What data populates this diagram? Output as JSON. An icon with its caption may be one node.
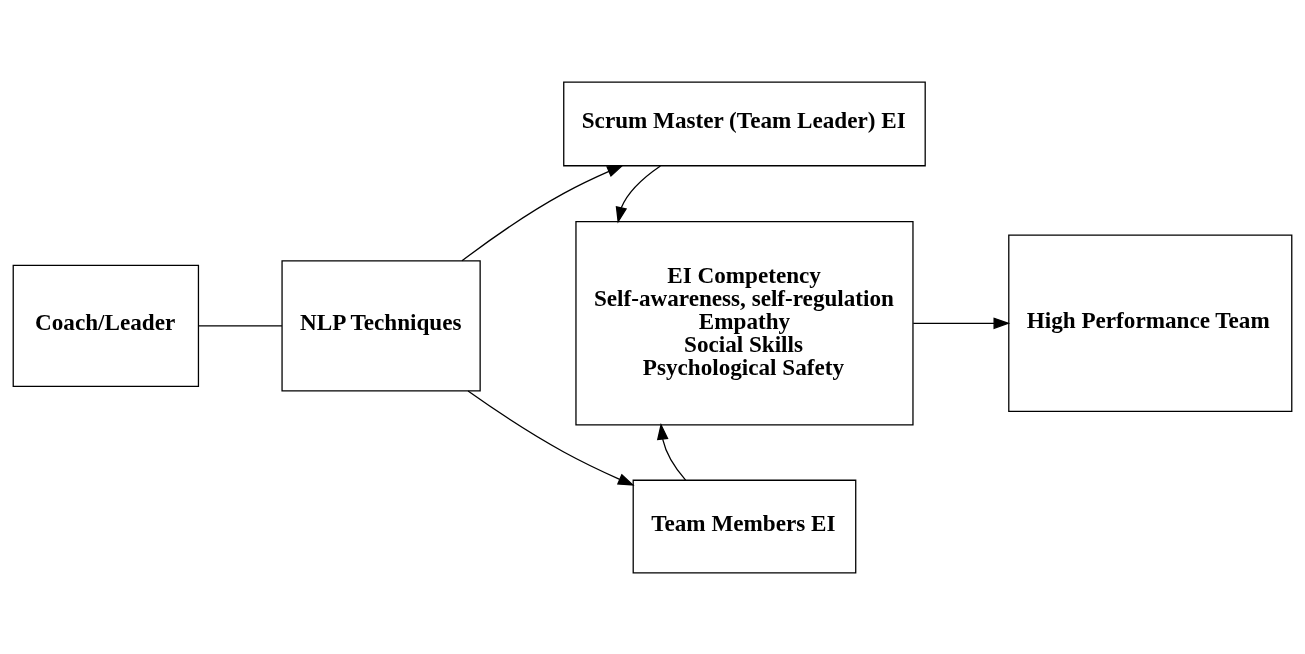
{
  "diagram": {
    "nodes": [
      {
        "text": [
          "Coach/Leader"
        ]
      },
      {
        "text": [
          "NLP Techniques"
        ]
      },
      {
        "text": [
          "Scrum Master (Team Leader) EI"
        ]
      },
      {
        "text": [
          "EI Competency",
          "Self-awareness, self-regulation",
          "Empathy",
          "Social Skills",
          "Psychological Safety"
        ]
      },
      {
        "text": [
          "Team Members EI"
        ]
      },
      {
        "text": [
          "High Performance Team"
        ]
      }
    ],
    "edges": [
      {
        "from": 0,
        "to": 1,
        "arrow": "none"
      },
      {
        "from": 1,
        "to": 2,
        "arrow": "to"
      },
      {
        "from": 1,
        "to": 4,
        "arrow": "to"
      },
      {
        "from": 2,
        "to": 3,
        "arrow": "to"
      },
      {
        "from": 4,
        "to": 3,
        "arrow": "to"
      },
      {
        "from": 3,
        "to": 5,
        "arrow": "to"
      }
    ]
  }
}
